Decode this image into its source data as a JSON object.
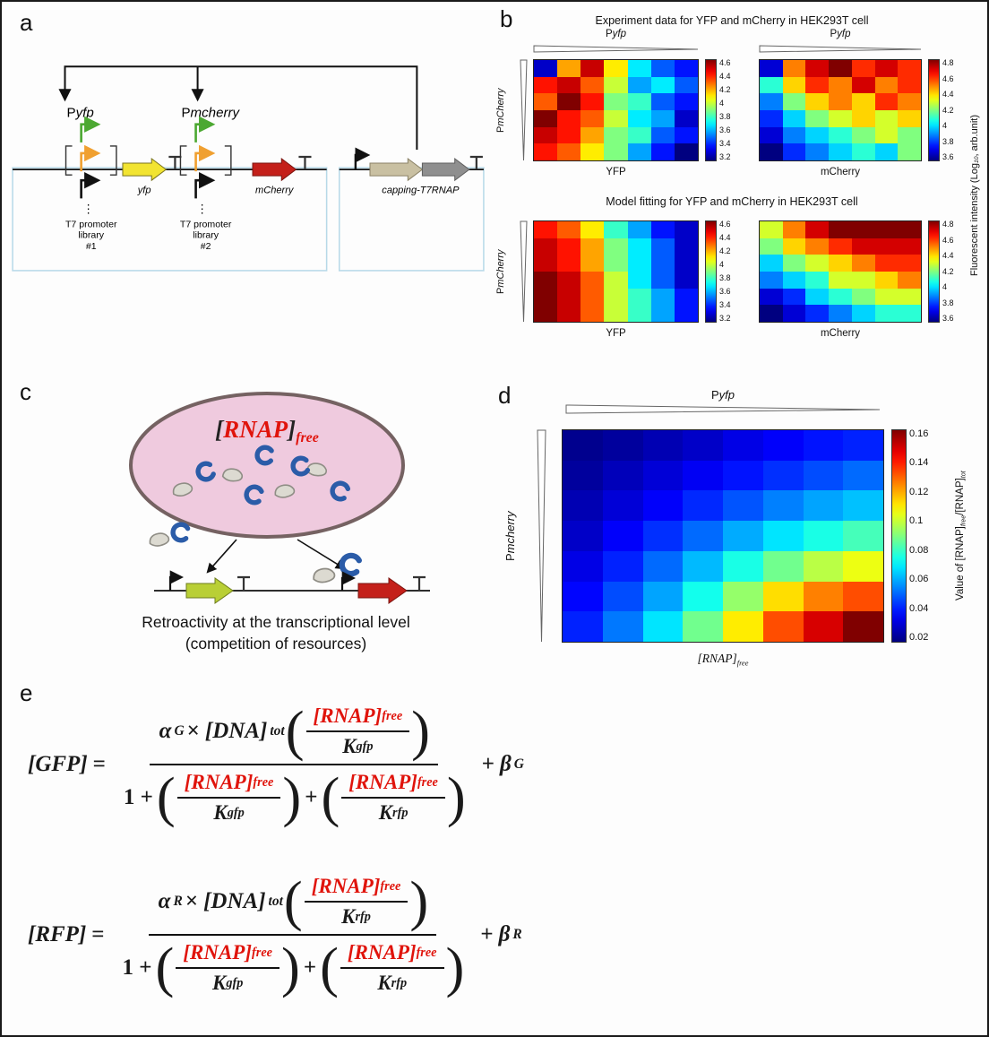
{
  "figure": {
    "panel_labels": {
      "a": "a",
      "b": "b",
      "c": "c",
      "d": "d",
      "e": "e"
    }
  },
  "colors": {
    "math_red": "#e0140c",
    "pink_cell": "#efcade",
    "yfp_arrow": "#f2e431",
    "mcherry_arrow": "#c4201a",
    "gfp_arrow": "#b9cf35",
    "tan_arrow": "#c9c0a2",
    "gray_arrow": "#8f8f8f",
    "box_blue": "#b7d9e8",
    "rnap_blue": "#2b5ca8"
  },
  "panel_a": {
    "p_prefix": "P",
    "pyfp_it": "yfp",
    "pmcherry_it": "mcherry",
    "yfp_gene": "yfp",
    "mcherry_gene": "mCherry",
    "t7_gene": "capping-T7RNAP",
    "lib1_l1": "T7 promoter",
    "lib1_l2": "library",
    "lib1_l3": "#1",
    "lib2_l1": "T7 promoter",
    "lib2_l2": "library",
    "lib2_l3": "#2",
    "dots": "⋮"
  },
  "panel_b": {
    "pyfp_prefix": "P",
    "pyfp_it": "yfp",
    "pmch_prefix": "P",
    "pmch_it": "mCherry",
    "yfp_label": "YFP",
    "mcherry_label": "mCherry",
    "fluor_prefix": "Fluorescent intensity (Log",
    "fluor_sub": "10",
    "fluor_suffix": ", arb.unit)"
  },
  "panel_c": {
    "bracket_l": "[",
    "rnap": "RNAP",
    "bracket_r": "]",
    "rnap_sub": "free",
    "caption_line1": "Retroactivity at the transcriptional level",
    "caption_line2": "(competition of resources)"
  },
  "panel_d": {
    "pyfp_prefix": "P",
    "pyfp_it": "yfp",
    "pmch_prefix": "P",
    "pmch_it": "mcherry",
    "xlabel_main": "[RNAP]",
    "xlabel_sub": "free",
    "cbar_prefix": "Value of [RNAP]",
    "cbar_sub1": "free",
    "cbar_mid": "/[RNAP]",
    "cbar_sub2": "tot"
  },
  "equations": {
    "common": {
      "equals": "=",
      "times": "×",
      "one_plus": "1 +",
      "plus": "+",
      "alpha": "α",
      "beta": "β",
      "dna": "[DNA]",
      "dna_sub": "tot",
      "rnap": "[RNAP]",
      "rnap_sub": "free",
      "K": "K",
      "kgfp_sub": "gfp",
      "krfp_sub": "rfp"
    },
    "gfp": {
      "lhs": "[GFP]",
      "sub": "G",
      "num_k_sub": "gfp"
    },
    "rfp": {
      "lhs": "[RFP]",
      "sub": "R",
      "num_k_sub": "rfp"
    }
  },
  "chart_data": [
    {
      "type": "heatmap",
      "id": "experiment_yfp",
      "title": "Experiment data for YFP and mCherry in HEK293T cell",
      "sublabel": "YFP",
      "xlabel": "Pyfp",
      "ylabel": "PmCherry",
      "colorbar_label": "Fluorescent intensity (Log10, arb.unit)",
      "vmin": 3.2,
      "vmax": 4.6,
      "colorbar_ticks": [
        "4.6",
        "4.4",
        "4.2",
        "4",
        "3.8",
        "3.6",
        "3.4",
        "3.2"
      ],
      "values": [
        [
          3.3,
          4.2,
          4.5,
          4.1,
          3.7,
          3.5,
          3.4
        ],
        [
          4.4,
          4.5,
          4.3,
          4.0,
          3.6,
          3.7,
          3.5
        ],
        [
          4.3,
          4.6,
          4.4,
          3.9,
          3.8,
          3.5,
          3.4
        ],
        [
          4.6,
          4.4,
          4.3,
          4.0,
          3.7,
          3.6,
          3.3
        ],
        [
          4.5,
          4.4,
          4.2,
          3.9,
          3.8,
          3.5,
          3.4
        ],
        [
          4.4,
          4.3,
          4.1,
          3.9,
          3.6,
          3.4,
          3.2
        ]
      ]
    },
    {
      "type": "heatmap",
      "id": "experiment_mcherry",
      "title": "Experiment data for YFP and mCherry in HEK293T cell",
      "sublabel": "mCherry",
      "xlabel": "Pyfp",
      "ylabel": "PmCherry",
      "colorbar_label": "Fluorescent intensity (Log10, arb.unit)",
      "vmin": 3.6,
      "vmax": 4.8,
      "colorbar_ticks": [
        "4.8",
        "4.6",
        "4.4",
        "4.2",
        "4",
        "3.8",
        "3.6"
      ],
      "values": [
        [
          3.7,
          4.5,
          4.7,
          4.8,
          4.6,
          4.7,
          4.6
        ],
        [
          4.1,
          4.4,
          4.6,
          4.5,
          4.7,
          4.5,
          4.6
        ],
        [
          3.9,
          4.2,
          4.4,
          4.5,
          4.4,
          4.6,
          4.5
        ],
        [
          3.8,
          4.0,
          4.2,
          4.3,
          4.4,
          4.3,
          4.4
        ],
        [
          3.7,
          3.9,
          4.0,
          4.1,
          4.2,
          4.3,
          4.2
        ],
        [
          3.6,
          3.8,
          3.9,
          4.0,
          4.1,
          4.0,
          4.2
        ]
      ]
    },
    {
      "type": "heatmap",
      "id": "model_yfp",
      "title": "Model fitting for YFP and mCherry in HEK293T cell",
      "sublabel": "YFP",
      "xlabel": "Pyfp",
      "ylabel": "PmCherry",
      "colorbar_label": "Fluorescent intensity (Log10, arb.unit)",
      "vmin": 3.2,
      "vmax": 4.6,
      "colorbar_ticks": [
        "4.6",
        "4.4",
        "4.2",
        "4",
        "3.8",
        "3.6",
        "3.4",
        "3.2"
      ],
      "values": [
        [
          4.4,
          4.3,
          4.1,
          3.8,
          3.6,
          3.4,
          3.3
        ],
        [
          4.5,
          4.4,
          4.2,
          3.9,
          3.7,
          3.5,
          3.3
        ],
        [
          4.5,
          4.4,
          4.2,
          3.9,
          3.7,
          3.5,
          3.3
        ],
        [
          4.6,
          4.5,
          4.3,
          4.0,
          3.7,
          3.5,
          3.3
        ],
        [
          4.6,
          4.5,
          4.3,
          4.0,
          3.8,
          3.6,
          3.4
        ],
        [
          4.6,
          4.5,
          4.3,
          4.0,
          3.8,
          3.6,
          3.4
        ]
      ]
    },
    {
      "type": "heatmap",
      "id": "model_mcherry",
      "title": "Model fitting for YFP and mCherry in HEK293T cell",
      "sublabel": "mCherry",
      "xlabel": "Pyfp",
      "ylabel": "PmCherry",
      "colorbar_label": "Fluorescent intensity (Log10, arb.unit)",
      "vmin": 3.6,
      "vmax": 4.8,
      "colorbar_ticks": [
        "4.8",
        "4.6",
        "4.4",
        "4.2",
        "4",
        "3.8",
        "3.6"
      ],
      "values": [
        [
          4.3,
          4.5,
          4.7,
          4.8,
          4.8,
          4.8,
          4.8
        ],
        [
          4.2,
          4.4,
          4.5,
          4.6,
          4.7,
          4.7,
          4.7
        ],
        [
          4.0,
          4.2,
          4.3,
          4.4,
          4.5,
          4.6,
          4.6
        ],
        [
          3.9,
          4.0,
          4.1,
          4.3,
          4.3,
          4.4,
          4.5
        ],
        [
          3.7,
          3.8,
          4.0,
          4.1,
          4.2,
          4.3,
          4.3
        ],
        [
          3.6,
          3.7,
          3.8,
          3.9,
          4.0,
          4.1,
          4.1
        ]
      ]
    },
    {
      "type": "heatmap",
      "id": "rnap_free_fraction",
      "title": "",
      "sublabel": "",
      "xlabel": "[RNAP]free",
      "ylabel": "Pmcherry",
      "x_axis_top": "Pyfp",
      "colorbar_label": "Value of [RNAP]free/[RNAP]tot",
      "vmin": 0.02,
      "vmax": 0.16,
      "colorbar_ticks": [
        "0.16",
        "0.14",
        "0.12",
        "0.1",
        "0.08",
        "0.06",
        "0.04",
        "0.02"
      ],
      "values": [
        [
          0.022,
          0.024,
          0.027,
          0.03,
          0.034,
          0.037,
          0.04,
          0.042
        ],
        [
          0.024,
          0.028,
          0.032,
          0.036,
          0.04,
          0.044,
          0.048,
          0.052
        ],
        [
          0.027,
          0.032,
          0.037,
          0.043,
          0.049,
          0.055,
          0.06,
          0.064
        ],
        [
          0.03,
          0.037,
          0.044,
          0.052,
          0.061,
          0.069,
          0.076,
          0.082
        ],
        [
          0.034,
          0.042,
          0.052,
          0.063,
          0.076,
          0.088,
          0.098,
          0.105
        ],
        [
          0.038,
          0.048,
          0.06,
          0.075,
          0.093,
          0.112,
          0.125,
          0.132
        ],
        [
          0.042,
          0.054,
          0.069,
          0.088,
          0.11,
          0.132,
          0.148,
          0.16
        ]
      ]
    }
  ]
}
